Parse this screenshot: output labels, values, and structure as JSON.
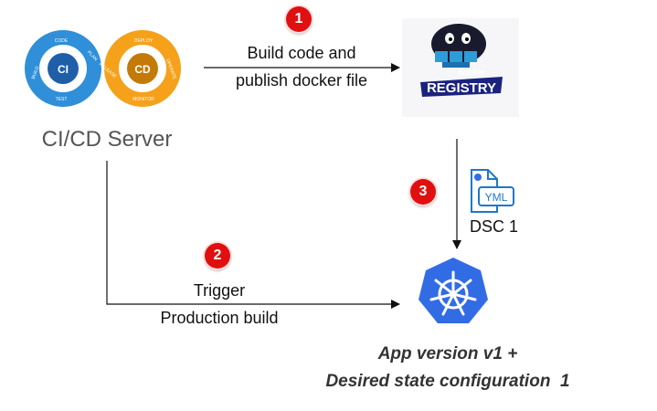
{
  "cicd": {
    "label": "CI/CD Server",
    "ci_text": "CI",
    "cd_text": "CD",
    "loop_words": [
      "CODE",
      "BUILD",
      "TEST",
      "PLAN",
      "RELEASE",
      "DEPLOY",
      "OPERATE",
      "MONITOR"
    ],
    "ci_color": "#2f8fd8",
    "cd_color": "#f5a11a"
  },
  "registry": {
    "small_text": "docker",
    "big_text": "REGISTRY",
    "color": "#1a237e"
  },
  "steps": [
    {
      "number": "1",
      "lines": [
        "Build code and",
        "publish docker file"
      ]
    },
    {
      "number": "2",
      "lines": [
        "Trigger",
        "Production build"
      ]
    },
    {
      "number": "3",
      "lines": []
    }
  ],
  "config_file": {
    "badge_text": "YML",
    "label": "DSC 1",
    "color": "#1e78c8"
  },
  "kubernetes": {
    "color": "#326ce5",
    "caption": [
      "App version v1 +",
      "Desired state configuration  1"
    ]
  }
}
